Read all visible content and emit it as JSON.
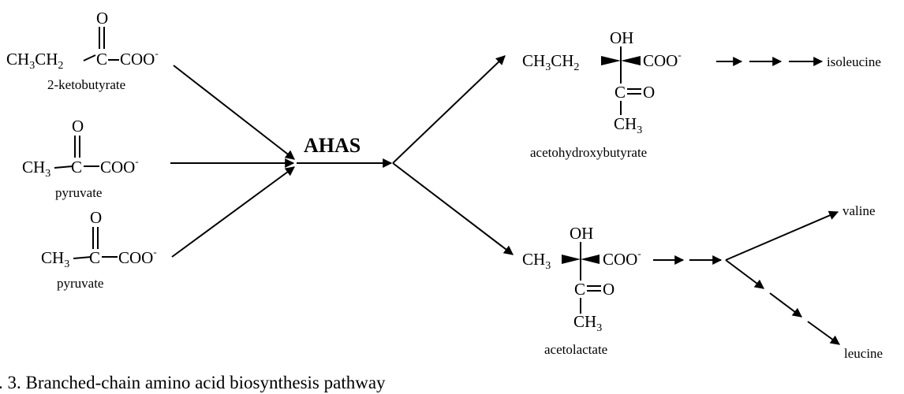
{
  "reactants": [
    {
      "chain_a": "CH",
      "chain_a_sub": "3",
      "chain_b": "CH",
      "chain_b_sub": "2",
      "carbon": "C",
      "oxygen": "O",
      "group": "COO",
      "charge": "-",
      "label": "2-ketobutyrate"
    },
    {
      "chain_a": "CH",
      "chain_a_sub": "3",
      "carbon": "C",
      "oxygen": "O",
      "group": "COO",
      "charge": "-",
      "label": "pyruvate"
    },
    {
      "chain_a": "CH",
      "chain_a_sub": "3",
      "carbon": "C",
      "oxygen": "O",
      "group": "COO",
      "charge": "-",
      "label": "pyruvate"
    }
  ],
  "enzyme": "AHAS",
  "products": [
    {
      "left_a": "CH",
      "left_a_sub": "3",
      "left_b": "CH",
      "left_b_sub": "2",
      "hydroxyl": "OH",
      "group": "COO",
      "charge": "-",
      "carbonyl_c": "C",
      "carbonyl_o": "O",
      "methyl": "CH",
      "methyl_sub": "3",
      "label": "acetohydroxybutyrate"
    },
    {
      "left_a": "CH",
      "left_a_sub": "3",
      "hydroxyl": "OH",
      "group": "COO",
      "charge": "-",
      "carbonyl_c": "C",
      "carbonyl_o": "O",
      "methyl": "CH",
      "methyl_sub": "3",
      "label": "acetolactate"
    }
  ],
  "end_products": [
    "isoleucine",
    "valine",
    "leucine"
  ],
  "caption": ". 3. Branched-chain amino acid biosynthesis pathway"
}
